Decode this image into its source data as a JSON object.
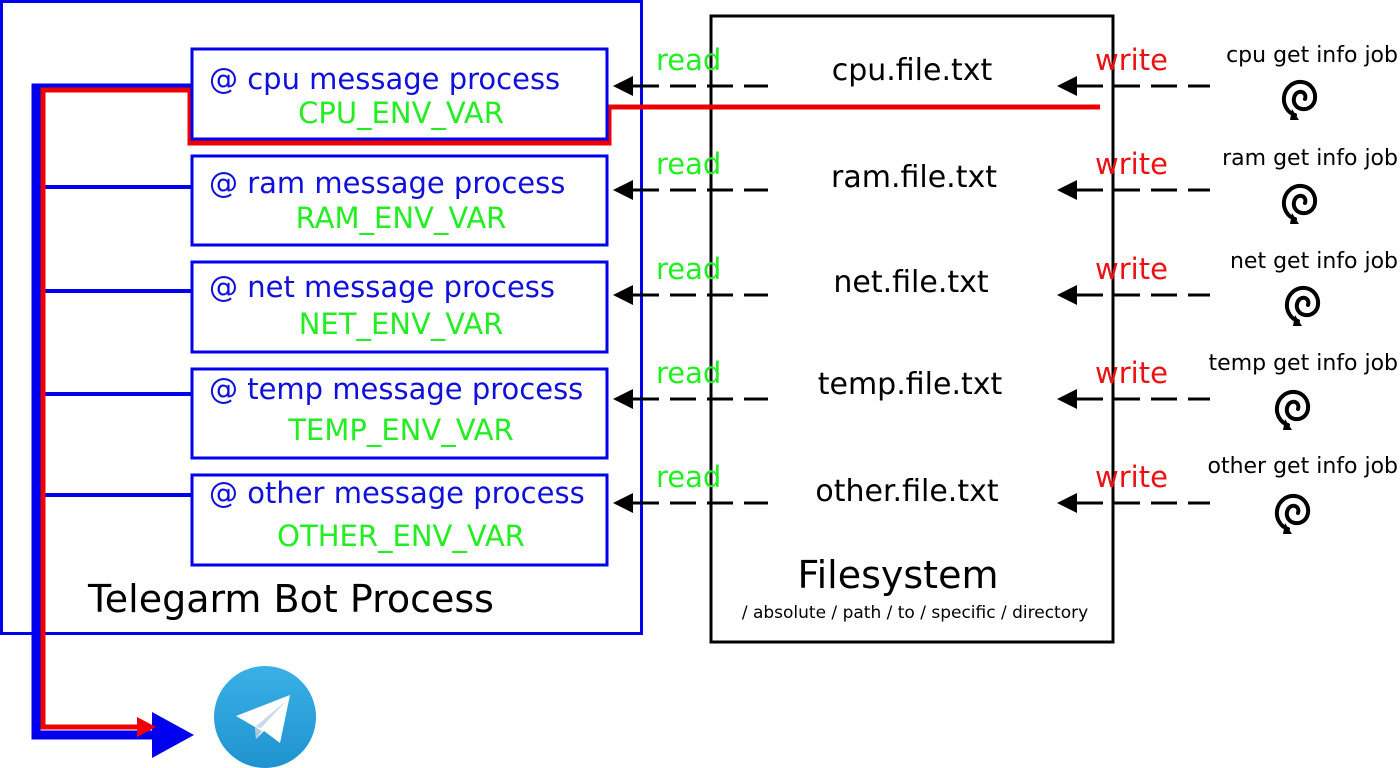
{
  "bot_process": {
    "title": "Telegarm Bot Process",
    "processes": [
      {
        "name": "@ cpu message process",
        "env": "CPU_ENV_VAR"
      },
      {
        "name": "@ ram message process",
        "env": "RAM_ENV_VAR"
      },
      {
        "name": "@ net message process",
        "env": "NET_ENV_VAR"
      },
      {
        "name": "@ temp message process",
        "env": "TEMP_ENV_VAR"
      },
      {
        "name": "@ other message process",
        "env": "OTHER_ENV_VAR"
      }
    ]
  },
  "filesystem": {
    "title": "Filesystem",
    "path": "/ absolute / path / to / specific / directory",
    "files": [
      "cpu.file.txt",
      "ram.file.txt",
      "net.file.txt",
      "temp.file.txt",
      "other.file.txt"
    ]
  },
  "labels": {
    "read": "read",
    "write": "write"
  },
  "jobs": [
    "cpu get info job",
    "ram get info job",
    "net get info job",
    "temp get info job",
    "other get info job"
  ],
  "icons": {
    "job": "spiral-cycle-icon",
    "messenger": "telegram-logo-icon"
  },
  "colors": {
    "bot_border": "#0000ee",
    "process_text": "#1010dd",
    "env_text": "#22ee22",
    "read_text": "#22ee22",
    "write_text": "#ee1111",
    "highlight_path": "#ee0000",
    "flow_blue": "#0000ee",
    "telegram": "#2ea6de"
  }
}
